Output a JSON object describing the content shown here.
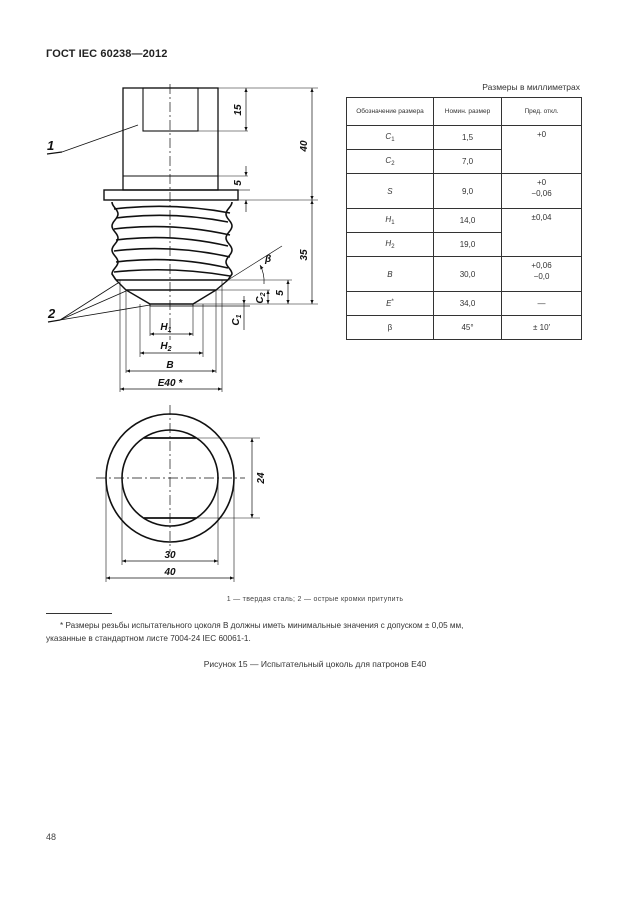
{
  "header": {
    "title": "ГОСТ IEC 60238—2012"
  },
  "units_note": "Размеры в миллиметрах",
  "table": {
    "headers": [
      "Обозначение размера",
      "Номин. размер",
      "Пред. откл."
    ],
    "rows": [
      {
        "symbol": "C",
        "sub": "1",
        "sup": "",
        "nominal": "1,5"
      },
      {
        "symbol": "C",
        "sub": "2",
        "sup": "",
        "nominal": "7,0"
      },
      {
        "symbol": "S",
        "sub": "",
        "sup": "",
        "nominal": "9,0"
      },
      {
        "symbol": "H",
        "sub": "1",
        "sup": "",
        "nominal": "14,0"
      },
      {
        "symbol": "H",
        "sub": "2",
        "sup": "",
        "nominal": "19,0"
      },
      {
        "symbol": "B",
        "sub": "",
        "sup": "",
        "nominal": "30,0"
      },
      {
        "symbol": "E",
        "sub": "",
        "sup": "*",
        "nominal": "34,0"
      },
      {
        "symbol": "β",
        "sub": "",
        "sup": "",
        "nominal": "45°"
      }
    ],
    "tolerances": {
      "c": "+0",
      "s_top": "+0",
      "s_bottom": "−0,06",
      "h": "±0,04",
      "b_top": "+0,06",
      "b_bottom": "−0,0",
      "e": "—",
      "beta": "± 10′"
    }
  },
  "drawing": {
    "callout_1": "1",
    "callout_2": "2",
    "dim_15": "15",
    "dim_40_height": "40",
    "dim_5_upper": "5",
    "dim_35": "35",
    "dim_5_lower": "5",
    "dim_beta": "β",
    "dim_c2": "C",
    "dim_c2_sub": "2",
    "dim_c1": "C",
    "dim_c1_sub": "1",
    "dim_h1": "H",
    "dim_h1_sub": "1",
    "dim_h2": "H",
    "dim_h2_sub": "2",
    "dim_b": "B",
    "dim_e40": "E40 *",
    "dim_24": "24",
    "dim_30": "30",
    "dim_40_width": "40"
  },
  "legend": "1 — твердая сталь; 2 — острые кромки притупить",
  "footnote": {
    "line1": "* Размеры резьбы испытательного цоколя B должны иметь минимальные значения с допуском ± 0,05 мм,",
    "line2": "указанные в стандартном листе 7004-24 IEC 60061-1."
  },
  "caption": "Рисунок 15 — Испытательный цоколь для патронов E40",
  "page_number": "48"
}
